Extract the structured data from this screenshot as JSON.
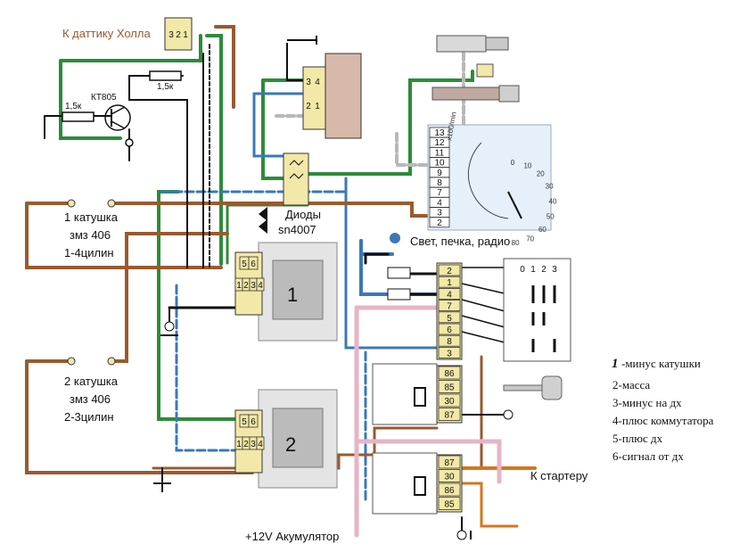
{
  "labels": {
    "hall_sensor": "К даттику Холла",
    "transistor": "КТ805",
    "res_1": "1,5к",
    "res_2": "1,5к",
    "coil1_line1": "1 катушка",
    "coil1_line2": "змз 406",
    "coil1_line3": "1-4цилин",
    "coil2_line1": "2 катушка",
    "coil2_line2": "змз 406",
    "coil2_line3": "2-3цилин",
    "diodes_line1": "Диоды",
    "diodes_line2": "sn4007",
    "light": "Свет, печка, радио",
    "starter": "К стартеру",
    "battery": "+12V Акумулятор",
    "tacho_unit": "x100/min",
    "module1": "1",
    "module2": "2"
  },
  "hall_pins": [
    "3",
    "2",
    "1"
  ],
  "connector_pins": [
    "3",
    "4",
    "2",
    "1",
    "6",
    "5",
    "4",
    "3"
  ],
  "module_pins_top": [
    "5",
    "6"
  ],
  "module_pins_bottom": [
    "1",
    "2",
    "3",
    "4"
  ],
  "tacho_pins": [
    "13",
    "12",
    "11",
    "10",
    "9",
    "8",
    "7",
    "4",
    "3",
    "2"
  ],
  "tacho_scale": [
    "0",
    "10",
    "20",
    "30",
    "40",
    "50",
    "60",
    "70",
    "80"
  ],
  "switch_positions": [
    "0",
    "1",
    "2",
    "3"
  ],
  "ignition_pins": [
    "2",
    "1",
    "4",
    "7",
    "5",
    "6",
    "8",
    "3"
  ],
  "relay1_pins": [
    "86",
    "85",
    "30",
    "87"
  ],
  "relay2_pins": [
    "87",
    "30",
    "86",
    "85"
  ],
  "legend": [
    {
      "num": "1",
      "text": "-минус катушки"
    },
    {
      "num": "",
      "text": "2-масса"
    },
    {
      "num": "",
      "text": "3-минус на дх"
    },
    {
      "num": "",
      "text": "4-плюс коммутатора"
    },
    {
      "num": "",
      "text": "5-плюс дх"
    },
    {
      "num": "",
      "text": "6-сигнал от дх"
    }
  ],
  "colors": {
    "green": "#2e8b3a",
    "blue": "#3a78b8",
    "brown": "#9a5a2e",
    "black": "#111111",
    "orange": "#d5761f",
    "pink": "#e8b4c6",
    "grey": "#b8b8b8",
    "connector": "#f2e8a8"
  }
}
